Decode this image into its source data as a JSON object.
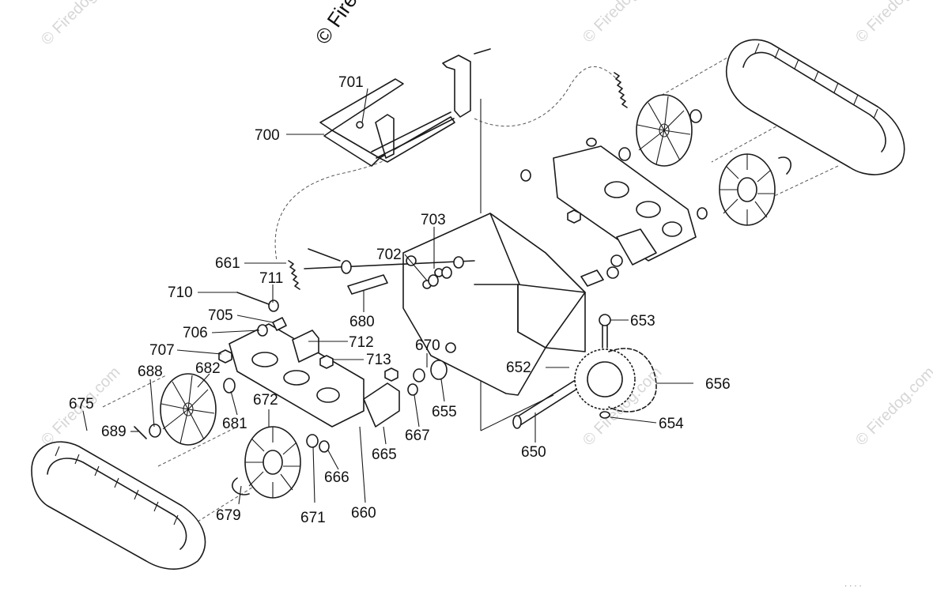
{
  "watermark": {
    "main_text": "© Fire",
    "faint_text": "© Firedog.com",
    "color": "#d6d6d6"
  },
  "part_labels": [
    "700",
    "701",
    "703",
    "702",
    "661",
    "711",
    "710",
    "705",
    "680",
    "706",
    "712",
    "707",
    "713",
    "670",
    "652",
    "653",
    "656",
    "688",
    "682",
    "675",
    "672",
    "681",
    "689",
    "655",
    "667",
    "665",
    "654",
    "650",
    "666",
    "679",
    "671",
    "660"
  ],
  "footer_marks": "· · · ·"
}
